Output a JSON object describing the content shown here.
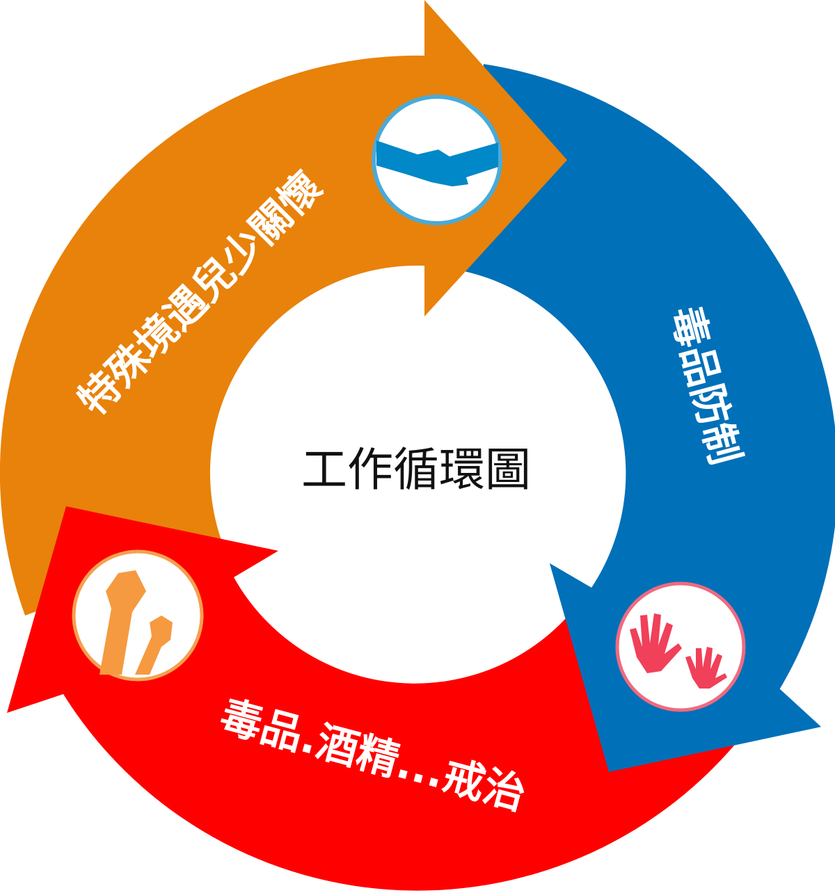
{
  "title": "工作循環圖",
  "segments": [
    {
      "label": "特殊境遇兒少關懷",
      "color": "#E8820A",
      "icon": "handshake-icon"
    },
    {
      "label": "毒品防制",
      "color": "#0070B8",
      "icon": "hands-icon"
    },
    {
      "label": "毒品.酒精...戒治",
      "color": "#FF0000",
      "icon": "raised-fists-icon"
    }
  ]
}
